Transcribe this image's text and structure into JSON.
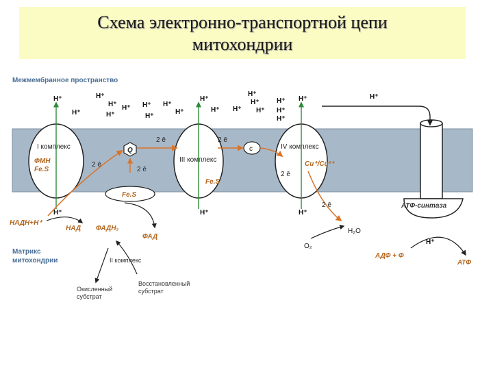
{
  "title": {
    "line1": "Схема электронно-транспортной цепи",
    "line2": "митохондрии"
  },
  "regions": {
    "intermembrane": "Межмембранное пространство",
    "matrix_line1": "Матрикс",
    "matrix_line2": "митохондрии"
  },
  "complexes": {
    "c1": "I комплекс",
    "c2": "II комплекс",
    "c3": "III комплекс",
    "c4": "IV комплекс",
    "atp": "АТФ-синтаза"
  },
  "carriers": {
    "fmn": "ФМН",
    "fes": "Fe.S",
    "q": "Q",
    "c": "c",
    "cu": "Cu⁺/Cu²⁺"
  },
  "electrons": "2 ē",
  "proton": "H⁺",
  "substrates": {
    "nadh": "НАДН+Н⁺",
    "nad": "НАД",
    "fadh": "ФАДН₂",
    "fad": "ФАД",
    "o2": "O₂",
    "h2o": "H₂O",
    "adp": "АДФ + Ф",
    "atp": "АТФ",
    "ox_line1": "Окисленный",
    "ox_line2": "субстрат",
    "red_line1": "Восстановленный",
    "red_line2": "субстрат"
  },
  "colors": {
    "membrane": "#a7b8c8",
    "title_bg": "#fbfbc4",
    "electron_arrow": "#d8742a",
    "proton_arrow": "#2e8b3a",
    "label_blue": "#4a6e96"
  }
}
